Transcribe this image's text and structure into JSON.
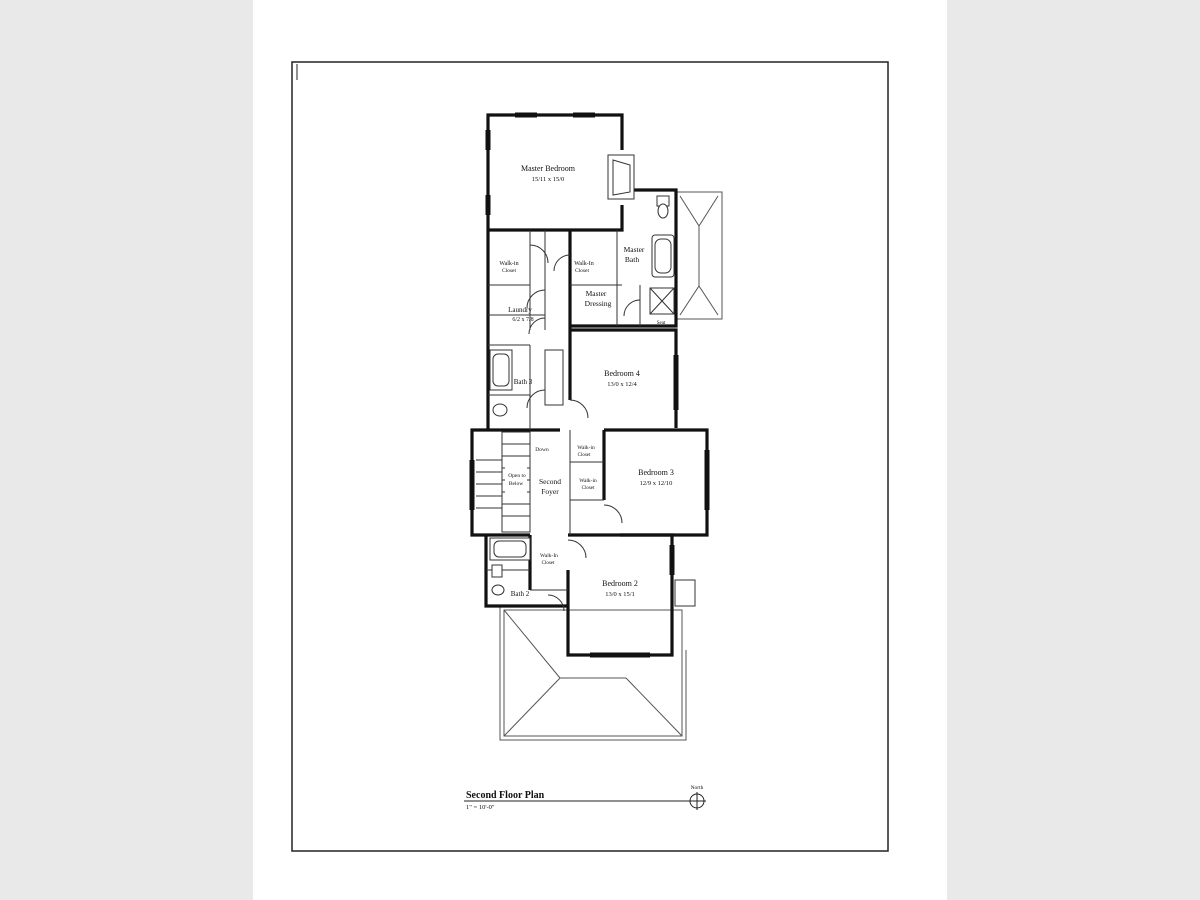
{
  "plan": {
    "title": "Second Floor Plan",
    "scale": "1\" = 10'-0\"",
    "north_label": "North"
  },
  "rooms": {
    "master_bedroom": {
      "name": "Master Bedroom",
      "dims": "15/11 x 15/0"
    },
    "walkin_left": {
      "line1": "Walk-in",
      "line2": "Closet"
    },
    "walkin_right": {
      "line1": "Walk-In",
      "line2": "Closet"
    },
    "master_bath": {
      "line1": "Master",
      "line2": "Bath"
    },
    "master_dressing": {
      "line1": "Master",
      "line2": "Dressing"
    },
    "seat": "Seat",
    "laundry": {
      "name": "Laundry",
      "dims": "6/2 x 7/8"
    },
    "bath3": "Bath 3",
    "bedroom4": {
      "name": "Bedroom 4",
      "dims": "13/0 x 12/4"
    },
    "down": "Down",
    "open_to_below": {
      "line1": "Open to",
      "line2": "Below"
    },
    "second_foyer": {
      "line1": "Second",
      "line2": "Foyer"
    },
    "walkin_b3_top": {
      "line1": "Walk-in",
      "line2": "Closet"
    },
    "walkin_b3_bottom": {
      "line1": "Walk-in",
      "line2": "Closet"
    },
    "bedroom3": {
      "name": "Bedroom 3",
      "dims": "12/9 x 12/10"
    },
    "walkin_bath2": {
      "line1": "Walk-In",
      "line2": "Closet"
    },
    "bath2": "Bath 2",
    "bedroom2": {
      "name": "Bedroom 2",
      "dims": "13/0 x 15/1"
    }
  }
}
